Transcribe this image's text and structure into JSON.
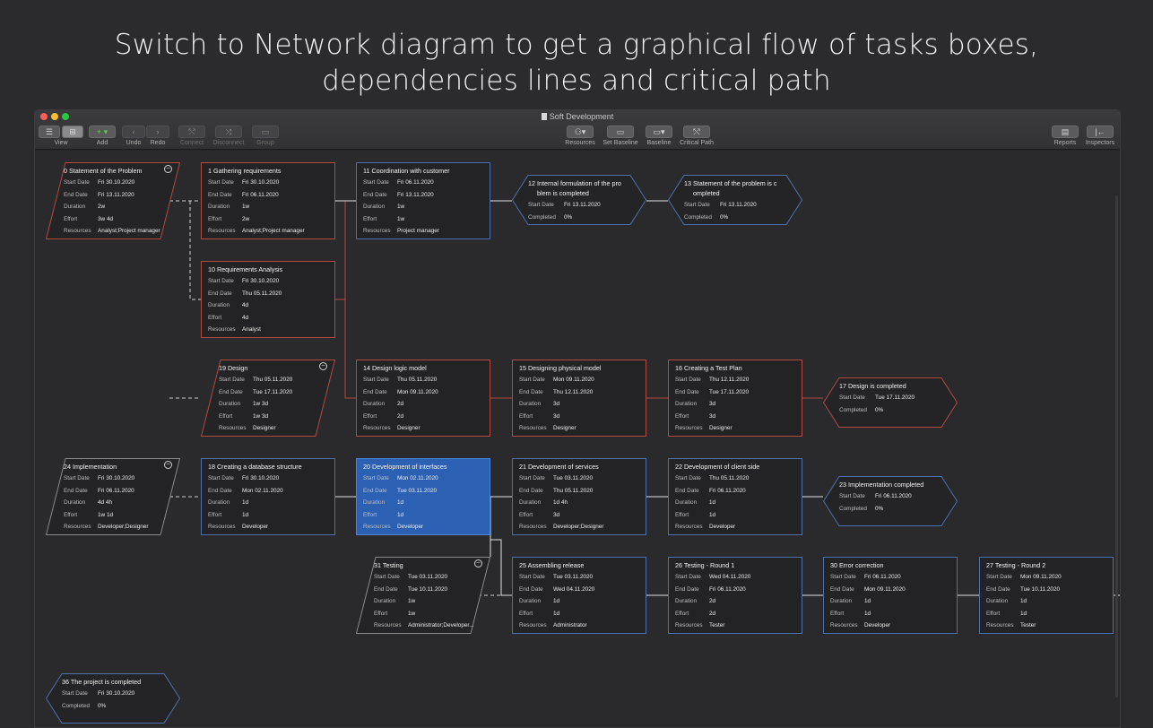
{
  "headline": {
    "line1": "Switch to Network diagram to get a graphical flow of tasks boxes,",
    "line2": "dependencies lines and critical path"
  },
  "window": {
    "title": "Soft Development",
    "title_icon": "document-icon"
  },
  "toolbar": {
    "view": "View",
    "add": "Add",
    "undo": "Undo",
    "redo": "Redo",
    "connect": "Connect",
    "disconnect": "Disconnect",
    "group": "Group",
    "resources": "Resources",
    "set_baseline": "Set Baseline",
    "baseline": "Baseline",
    "critical_path": "Critical Path",
    "reports": "Reports",
    "inspectors": "Inspectors"
  },
  "field_labels": {
    "start": "Start Date",
    "end": "End Date",
    "duration": "Duration",
    "effort": "Effort",
    "resources": "Resources",
    "completed": "Completed"
  },
  "colors": {
    "critical": "#b04a45",
    "normal": "#4f6fa8",
    "selected": "#2b60b2"
  },
  "tasks": {
    "t0": {
      "title": "0  Statement of the Problem",
      "start": "Fri 30.10.2020",
      "end": "Fri 13.11.2020",
      "duration": "2w",
      "effort": "3w 4d",
      "resources": "Analyst;Project manager"
    },
    "t1": {
      "title": "1  Gathering requirements",
      "start": "Fri 30.10.2020",
      "end": "Fri 06.11.2020",
      "duration": "1w",
      "effort": "2w",
      "resources": "Analyst;Project manager"
    },
    "t11": {
      "title": "11  Coordination with customer",
      "start": "Fri 06.11.2020",
      "end": "Fri 13.11.2020",
      "duration": "1w",
      "effort": "1w",
      "resources": "Project manager"
    },
    "t10": {
      "title": "10  Requirements Analysis",
      "start": "Fri 30.10.2020",
      "end": "Thu 05.11.2020",
      "duration": "4d",
      "effort": "4d",
      "resources": "Analyst"
    },
    "t19": {
      "title": "19  Design",
      "start": "Thu 05.11.2020",
      "end": "Tue 17.11.2020",
      "duration": "1w 3d",
      "effort": "1w 3d",
      "resources": "Designer"
    },
    "t14": {
      "title": "14  Design logic model",
      "start": "Thu 05.11.2020",
      "end": "Mon 09.11.2020",
      "duration": "2d",
      "effort": "2d",
      "resources": "Designer"
    },
    "t15": {
      "title": "15  Designing physical model",
      "start": "Mon 09.11.2020",
      "end": "Thu 12.11.2020",
      "duration": "3d",
      "effort": "3d",
      "resources": "Designer"
    },
    "t16": {
      "title": "16  Creating a Test Plan",
      "start": "Thu 12.11.2020",
      "end": "Tue 17.11.2020",
      "duration": "3d",
      "effort": "3d",
      "resources": "Designer"
    },
    "t24": {
      "title": "24  Implementation",
      "start": "Fri 30.10.2020",
      "end": "Fri 06.11.2020",
      "duration": "4d 4h",
      "effort": "1w 1d",
      "resources": "Developer;Designer"
    },
    "t18": {
      "title": "18  Creating a database structure",
      "start": "Fri 30.10.2020",
      "end": "Mon 02.11.2020",
      "duration": "1d",
      "effort": "1d",
      "resources": "Developer"
    },
    "t20": {
      "title": "20  Development of interfaces",
      "start": "Mon 02.11.2020",
      "end": "Tue 03.11.2020",
      "duration": "1d",
      "effort": "1d",
      "resources": "Developer"
    },
    "t21": {
      "title": "21  Development of services",
      "start": "Tue 03.11.2020",
      "end": "Thu 05.11.2020",
      "duration": "1d 4h",
      "effort": "3d",
      "resources": "Developer;Designer"
    },
    "t22": {
      "title": "22  Development of client side",
      "start": "Thu 05.11.2020",
      "end": "Fri 06.11.2020",
      "duration": "1d",
      "effort": "1d",
      "resources": "Developer"
    },
    "t31": {
      "title": "31  Testing",
      "start": "Tue 03.11.2020",
      "end": "Tue 10.11.2020",
      "duration": "1w",
      "effort": "1w",
      "resources": "Administrator;Developer..."
    },
    "t25": {
      "title": "25  Assembling release",
      "start": "Tue 03.11.2020",
      "end": "Wed 04.11.2020",
      "duration": "1d",
      "effort": "1d",
      "resources": "Administrator"
    },
    "t26": {
      "title": "26  Testing - Round 1",
      "start": "Wed 04.11.2020",
      "end": "Fri 06.11.2020",
      "duration": "2d",
      "effort": "2d",
      "resources": "Tester"
    },
    "t30": {
      "title": "30  Error correction",
      "start": "Fri 06.11.2020",
      "end": "Mon 09.11.2020",
      "duration": "1d",
      "effort": "1d",
      "resources": "Developer"
    },
    "t27": {
      "title": "27  Testing - Round 2",
      "start": "Mon 09.11.2020",
      "end": "Tue 10.11.2020",
      "duration": "1d",
      "effort": "1d",
      "resources": "Tester"
    }
  },
  "milestones": {
    "m12": {
      "title1": "12  Internal formulation of the pro",
      "title2": "blem is completed",
      "start": "Fri 13.11.2020",
      "completed": "0%"
    },
    "m13": {
      "title1": "13  Statement of the problem is c",
      "title2": "ompleted",
      "start": "Fri 13.11.2020",
      "completed": "0%"
    },
    "m17": {
      "title1": "17  Design is completed",
      "title2": "",
      "start": "Tue 17.11.2020",
      "completed": "0%"
    },
    "m23": {
      "title1": "23  Implementation completed",
      "title2": "",
      "start": "Fri 06.11.2020",
      "completed": "0%"
    },
    "m36": {
      "title1": "36  The project is completed",
      "title2": "",
      "start": "Fri 30.10.2020",
      "completed": "0%"
    }
  }
}
